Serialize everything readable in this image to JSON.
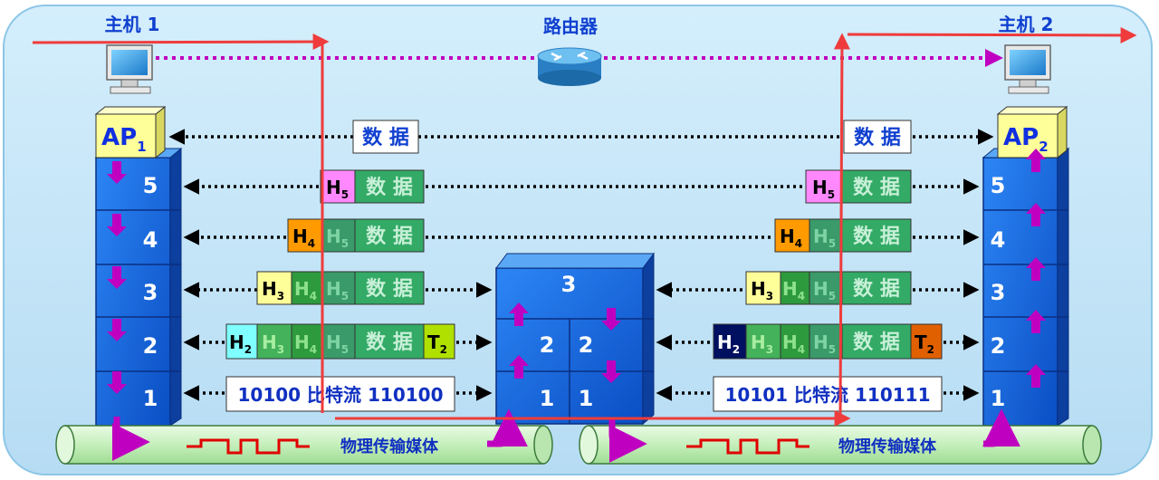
{
  "hosts": {
    "host1_label": "主机 1",
    "host2_label": "主机 2",
    "router_label": "路由器"
  },
  "ap": {
    "left": {
      "base": "AP",
      "sub": "1"
    },
    "right": {
      "base": "AP",
      "sub": "2"
    }
  },
  "layers": {
    "l5": "5",
    "l4": "4",
    "l3": "3",
    "l2": "2",
    "l1": "1"
  },
  "router_stack": {
    "top": "3",
    "l2": "2",
    "l1": "1"
  },
  "pdu": {
    "data": "数 据",
    "h2": {
      "base": "H",
      "sub": "2"
    },
    "h3": {
      "base": "H",
      "sub": "3"
    },
    "h4": {
      "base": "H",
      "sub": "4"
    },
    "h5": {
      "base": "H",
      "sub": "5"
    },
    "t2": {
      "base": "T",
      "sub": "2"
    }
  },
  "bitstream": {
    "left": "10100 比特流 110100",
    "right": "10101 比特流 110111"
  },
  "medium": {
    "label": "物理传输媒体"
  },
  "colors": {
    "panel_bg": "#bfe3f7",
    "stack_blue": "#1560d8",
    "flow_red": "#ef3b3b",
    "purple": "#c000c0",
    "h2_left": "#7fffff",
    "h2_right": "#001060",
    "h3": "#ffff99",
    "h4": "#ff9a00",
    "h5": "#ff88ff",
    "t2_left": "#b0e000",
    "t2_right": "#e06000",
    "data_green": "#33aa66",
    "tube_green": "#ccf0c0"
  }
}
